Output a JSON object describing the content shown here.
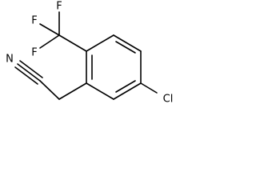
{
  "molecule": {
    "atoms": {
      "f_top": "F",
      "f_left": "F",
      "f_bottom": "F",
      "nitrile_n": "N",
      "chloro": "Cl"
    }
  }
}
